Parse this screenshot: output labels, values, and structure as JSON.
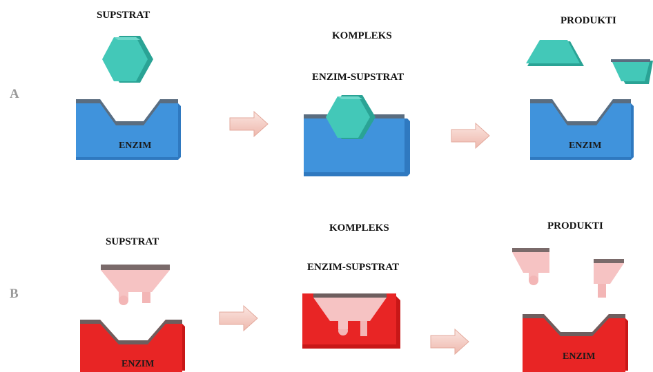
{
  "row_a": {
    "label": "A",
    "substrate_label": "SUPSTRAT",
    "complex_label_1": "KOMPLEKS",
    "complex_label_2": "ENZIM-SUPSTRAT",
    "products_label": "PRODUKTI",
    "enzyme_label_1": "ENZIM",
    "enzyme_label_2": "ENZIM"
  },
  "row_b": {
    "label": "B",
    "substrate_label": "SUPSTRAT",
    "complex_label_1": "KOMPLEKS",
    "complex_label_2": "ENZIM-SUPSTRAT",
    "products_label": "PRODUKTI",
    "enzyme_label_1": "ENZIM",
    "enzyme_label_2": "ENZIM"
  },
  "colors": {
    "enzyme_a": "#3d8fd6",
    "substrate_a": "#3ec3b4",
    "enzyme_b": "#e82525",
    "substrate_b": "#f6c3c3",
    "arrow": "#f3c9c0",
    "row_label": "#9a9a9a"
  }
}
